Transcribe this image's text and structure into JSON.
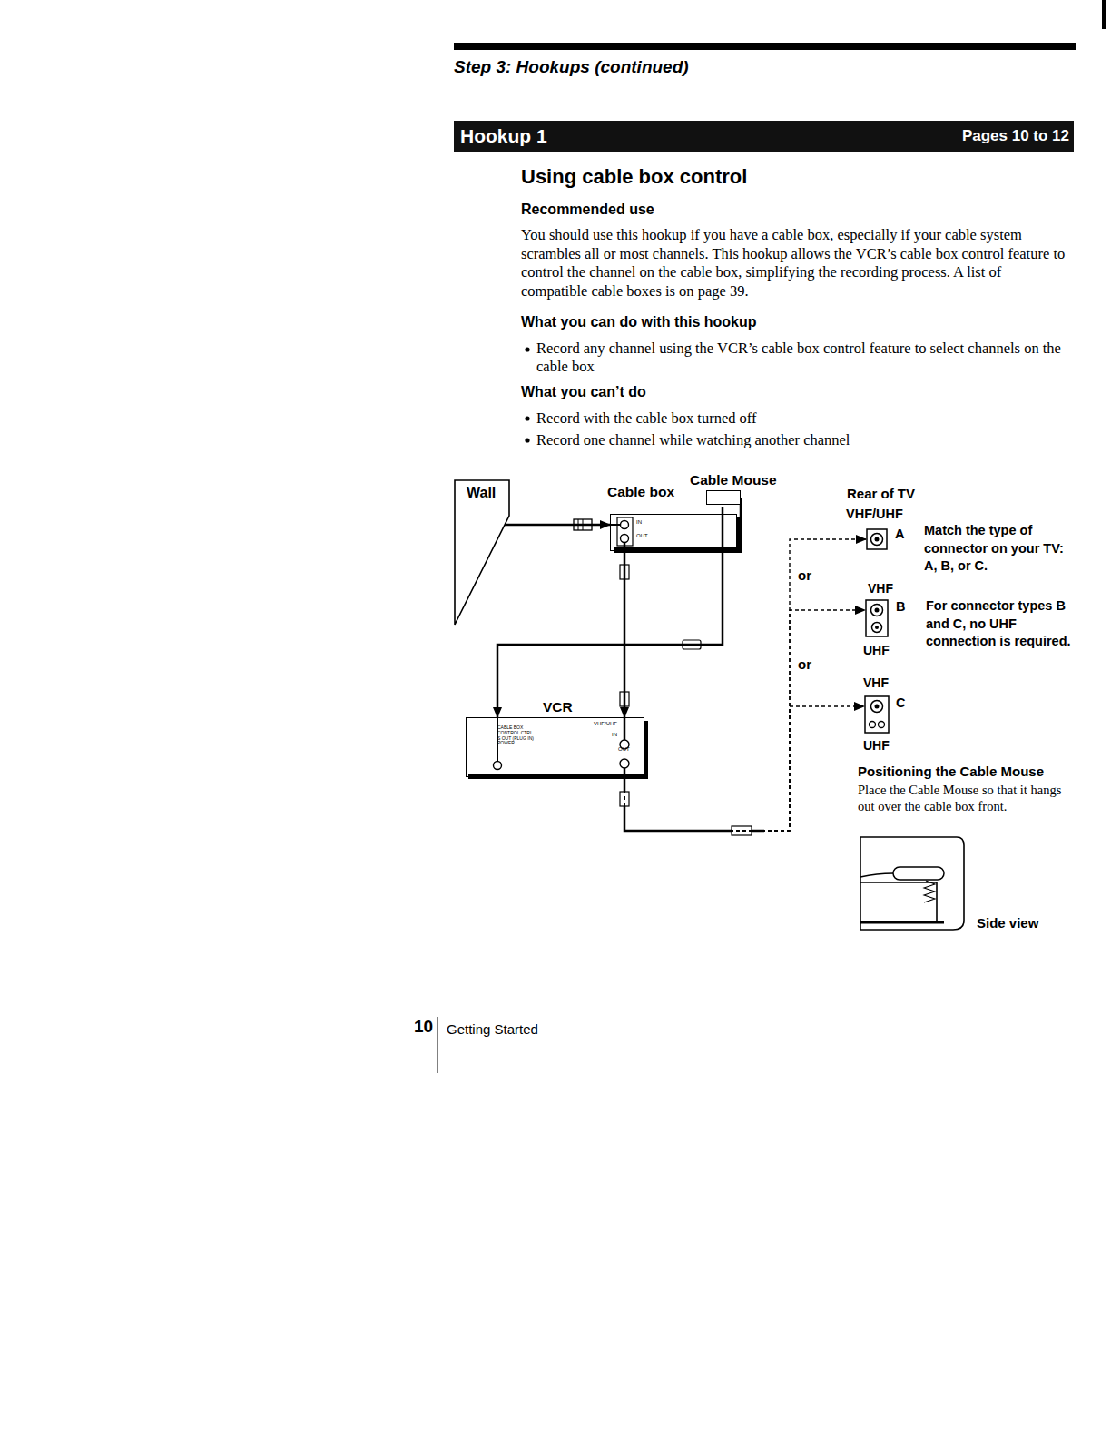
{
  "diagram": {
    "title": "Using cable box control",
    "nodes": [
      {
        "text": [
          "Wall"
        ]
      },
      {
        "text": [
          "Cable box",
          "IN",
          "OUT"
        ]
      },
      {
        "text": [
          "Cable Mouse"
        ]
      },
      {
        "text": [
          "VCR",
          "CABLE BOX CONTROL CTRL S OUT (PLUG IN) POWER",
          "VHF/UHF",
          "IN",
          "OUT"
        ]
      },
      {
        "text": [
          "VHF/UHF",
          "A"
        ]
      },
      {
        "text": [
          "VHF",
          "B",
          "UHF"
        ]
      },
      {
        "text": [
          "VHF",
          "C",
          "UHF"
        ]
      }
    ],
    "edges": [
      {
        "from": 0,
        "to": 1,
        "arrow": "to"
      },
      {
        "from": 1,
        "to": 3,
        "arrow": "to"
      },
      {
        "from": 2,
        "to": 3,
        "arrow": "to"
      },
      {
        "from": 3,
        "to": 4,
        "arrow": "to"
      },
      {
        "from": 3,
        "to": 5,
        "arrow": "to"
      },
      {
        "from": 3,
        "to": 6,
        "arrow": "to"
      }
    ],
    "labels": [
      "Step 3: Hookups (continued)",
      "Hookup 1",
      "Pages 10 to 12",
      "Recommended use",
      "You should use this hookup if you have a cable box, especially if your cable system scrambles all or most channels. This hookup allows the VCR’s cable box control feature to control the channel on the cable box, simplifying the recording process. A list of compatible cable boxes is on page 39.",
      "What you can do with this hookup",
      "Record any channel using the VCR’s cable box control feature to select channels on the cable box",
      "What you can’t do",
      "Record with the cable box turned off",
      "Record one channel while watching another channel",
      "Rear of TV",
      "or",
      "or",
      "Match the type of connector on your TV: A, B, or C.",
      "For connector types B and C, no UHF connection is required.",
      "Positioning the Cable Mouse",
      "Place the Cable Mouse so that it hangs out over the cable box front.",
      "Side view",
      "10",
      "Getting Started"
    ]
  }
}
